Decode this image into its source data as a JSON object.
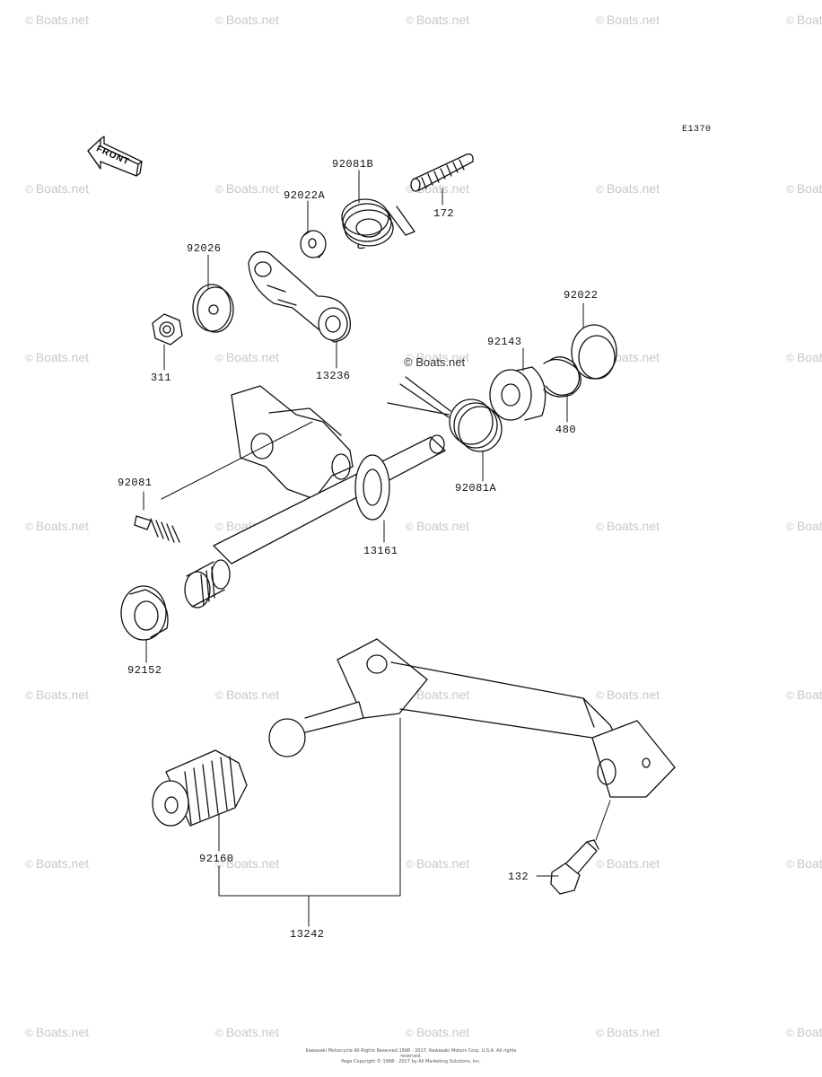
{
  "diagram": {
    "code": "E1370",
    "copyright_mark": "© Boats.net",
    "watermark_text": "Boats.net",
    "front_arrow_text": "FRONT",
    "footer_line1": "Kawasaki Motorcycle All Rights Reserved 1998 - 2017, Kawasaki Motors Corp. U.S.A. All rights reserved.",
    "footer_line2": "Page Copyright © 1998 - 2017 by All Marketing Solutions, Inc."
  },
  "parts": [
    {
      "id": "92081B",
      "label": "92081B"
    },
    {
      "id": "92022A",
      "label": "92022A"
    },
    {
      "id": "172",
      "label": "172"
    },
    {
      "id": "92026",
      "label": "92026"
    },
    {
      "id": "311",
      "label": "311"
    },
    {
      "id": "13236",
      "label": "13236"
    },
    {
      "id": "92022",
      "label": "92022"
    },
    {
      "id": "92143",
      "label": "92143"
    },
    {
      "id": "480",
      "label": "480"
    },
    {
      "id": "92081A",
      "label": "92081A"
    },
    {
      "id": "92081",
      "label": "92081"
    },
    {
      "id": "13161",
      "label": "13161"
    },
    {
      "id": "92152",
      "label": "92152"
    },
    {
      "id": "92160",
      "label": "92160"
    },
    {
      "id": "13242",
      "label": "13242"
    },
    {
      "id": "132",
      "label": "132"
    }
  ]
}
